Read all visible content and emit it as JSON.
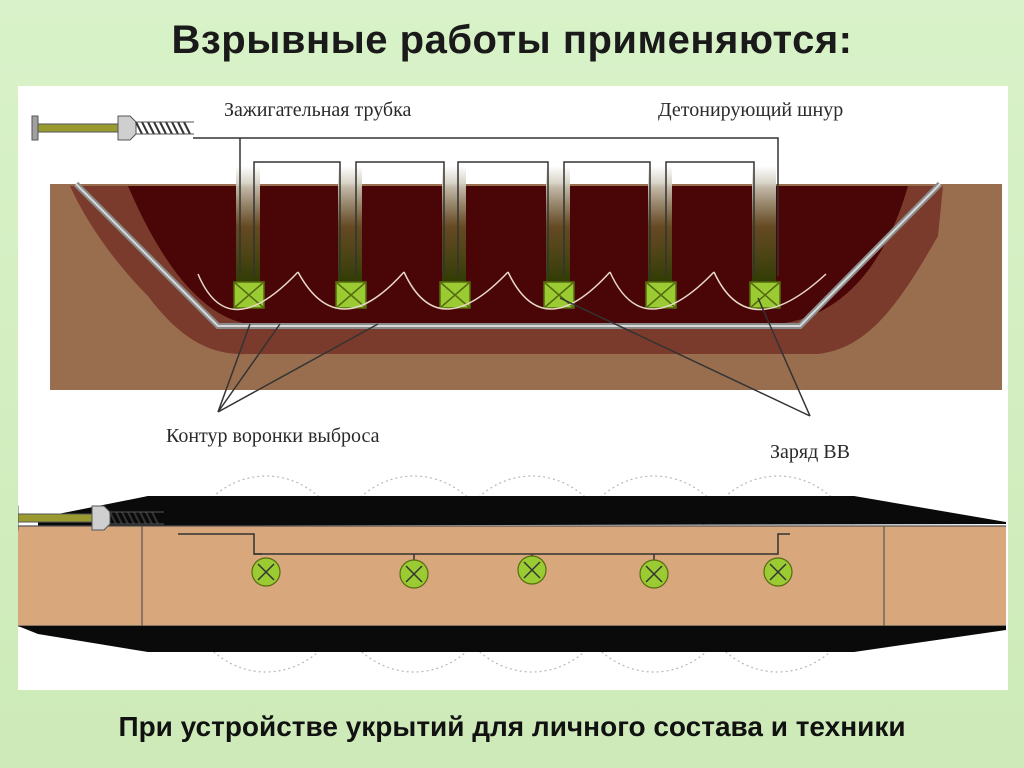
{
  "slide": {
    "title": "Взрывные работы применяются:",
    "caption": "При устройстве укрытий для личного состава и техники"
  },
  "diagram": {
    "labels": {
      "fuse_tube": "Зажигательная трубка",
      "detonating_cord": "Детонирующий шнур",
      "crater_contour": "Контур воронки выброса",
      "charge": "Заряд ВВ"
    },
    "colors": {
      "soil": "#996e4e",
      "crater": "#4a0606",
      "charge": "#9acb32",
      "trench_top": "#000000",
      "trench_wall": "#d8a77b"
    },
    "trench_charges": 6,
    "plan_charges": 5
  }
}
